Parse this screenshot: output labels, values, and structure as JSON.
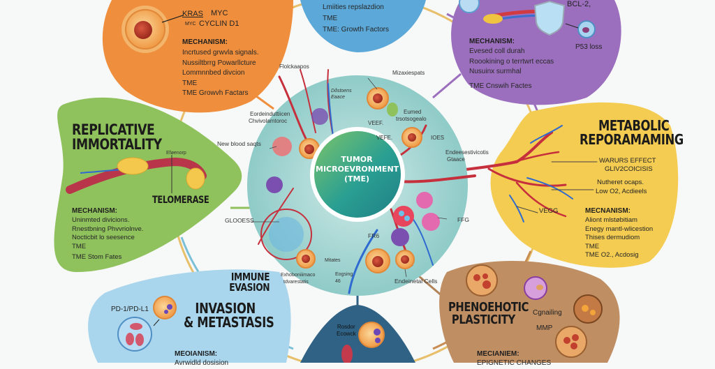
{
  "center": {
    "title_line1": "TUMOR",
    "title_line2": "MICROEVRONMENT",
    "title_line3": "(TME)"
  },
  "panels": {
    "sustained_signaling": {
      "gene_line1a": "KRAS",
      "gene_line1b": "MYC",
      "gene_line2a": "MYC",
      "gene_line2b": "CYCLIN D1",
      "mechanism_label": "MECHANISM:",
      "lines": [
        "Incrtused grwvla signals.",
        "Nussiltbrrg Powarllcture",
        "Lommnnbed divcion",
        "TME",
        "TME  Growvh Factars"
      ],
      "color": "#ef8f3d"
    },
    "growth_suppressors": {
      "lines": [
        "Lmiities repslazdion",
        "TME",
        "TME: Growth Factors"
      ],
      "color": "#5ba8d9"
    },
    "resisting_death": {
      "gene_label": "BCL-2,",
      "p53_label": "P53 loss",
      "mechanism_label": "MECHANISM:",
      "lines": [
        "Evesed coll durah",
        "Roookining  o terrtwrt eccas",
        "Nusuinx surmhal",
        "TME  Cnswih Factes"
      ],
      "color": "#9b6fbd"
    },
    "replicative_immortality": {
      "title_line1": "REPLICATIVE",
      "title_line2": "IMMORTALITY",
      "callout": "Eføenorp",
      "telomerase_label": "TELOMERASE",
      "mechanism_label": "MECHANISM:",
      "lines": [
        "Uninmted divicions.",
        "Rnestbning  Phvvriolnve.",
        "Nocticbit lo seesence",
        "TME",
        "TME  Stom Fates"
      ],
      "color": "#8fc15c"
    },
    "metabolic_reprogramming": {
      "title_line1": "METABOLIC",
      "title_line2": "REPORAMAMING",
      "effect_line1": "WARURS EFFECT",
      "effect_line2": "GLIV2COICISIS",
      "nutrient_line1": "Nutheret ocaps.",
      "nutrient_line2": "Low O2, Acdieels",
      "vegf_label": "VEGG",
      "mechanism_label": "MECNANISM:",
      "lines": [
        "Aliont mlstøbitiam",
        "Enegy mantl-wlicestion",
        "Thises dermudiom",
        "TME",
        "TME  O2., Acdosig"
      ],
      "color": "#f4cc52"
    },
    "immune_invasion": {
      "title_a_line1": "IMMUNE",
      "title_a_line2": "EVASION",
      "title_b_line1": "INVASION",
      "title_b_line2": "& METASTASIS",
      "pd_label": "PD-1/PD-L1",
      "mechanism_label": "MEOIANISM:",
      "lines": [
        "Avrwidld dosision"
      ],
      "color": "#a9d6ec"
    },
    "phenotypic_plasticity": {
      "title_line1": "PHENOEHOTIC",
      "title_line2": "PLASTICITY",
      "signal_label": "Cgnailing",
      "mmp_label": "MMP",
      "mechanism_label": "MECIANIEM:",
      "lines": [
        "EPIGNETIC CHANGES"
      ],
      "color": "#bf8e63"
    },
    "bottom_center": {
      "label_line1": "Rosdor",
      "label_line2": "Ecowck",
      "color": "#2f6284"
    }
  },
  "tme_labels": {
    "top_left": "Flolckaapos",
    "endothelial_1": "Eordeinduttiicen",
    "endothelial_2": "Chvivolamtoroc",
    "new_blood": "New blood saqts",
    "glooss": "GLOOESS",
    "distant_1": "Dðstoens",
    "distant_2": "Eaace",
    "macrophages": "Mizaxiespats",
    "vegf_1": "VEEF.",
    "vegf_2": "VEFE.",
    "formed_1": "Eumed",
    "formed_2": "trsotsogealo",
    "ioes": "IOES",
    "endo_stroma_1": "Endeesestivicotis",
    "endo_stroma_2": "Gtaace",
    "ffg": "FFG",
    "fr6": "FR6",
    "mitoses": "Mitates",
    "ecm_1": "Exhoboniiimaco",
    "ecm_2": "tdvarestatis",
    "cyto_1": "Eogsing",
    "cyto_2": "46",
    "endothelial_cells": "Endeinetal Cells"
  }
}
